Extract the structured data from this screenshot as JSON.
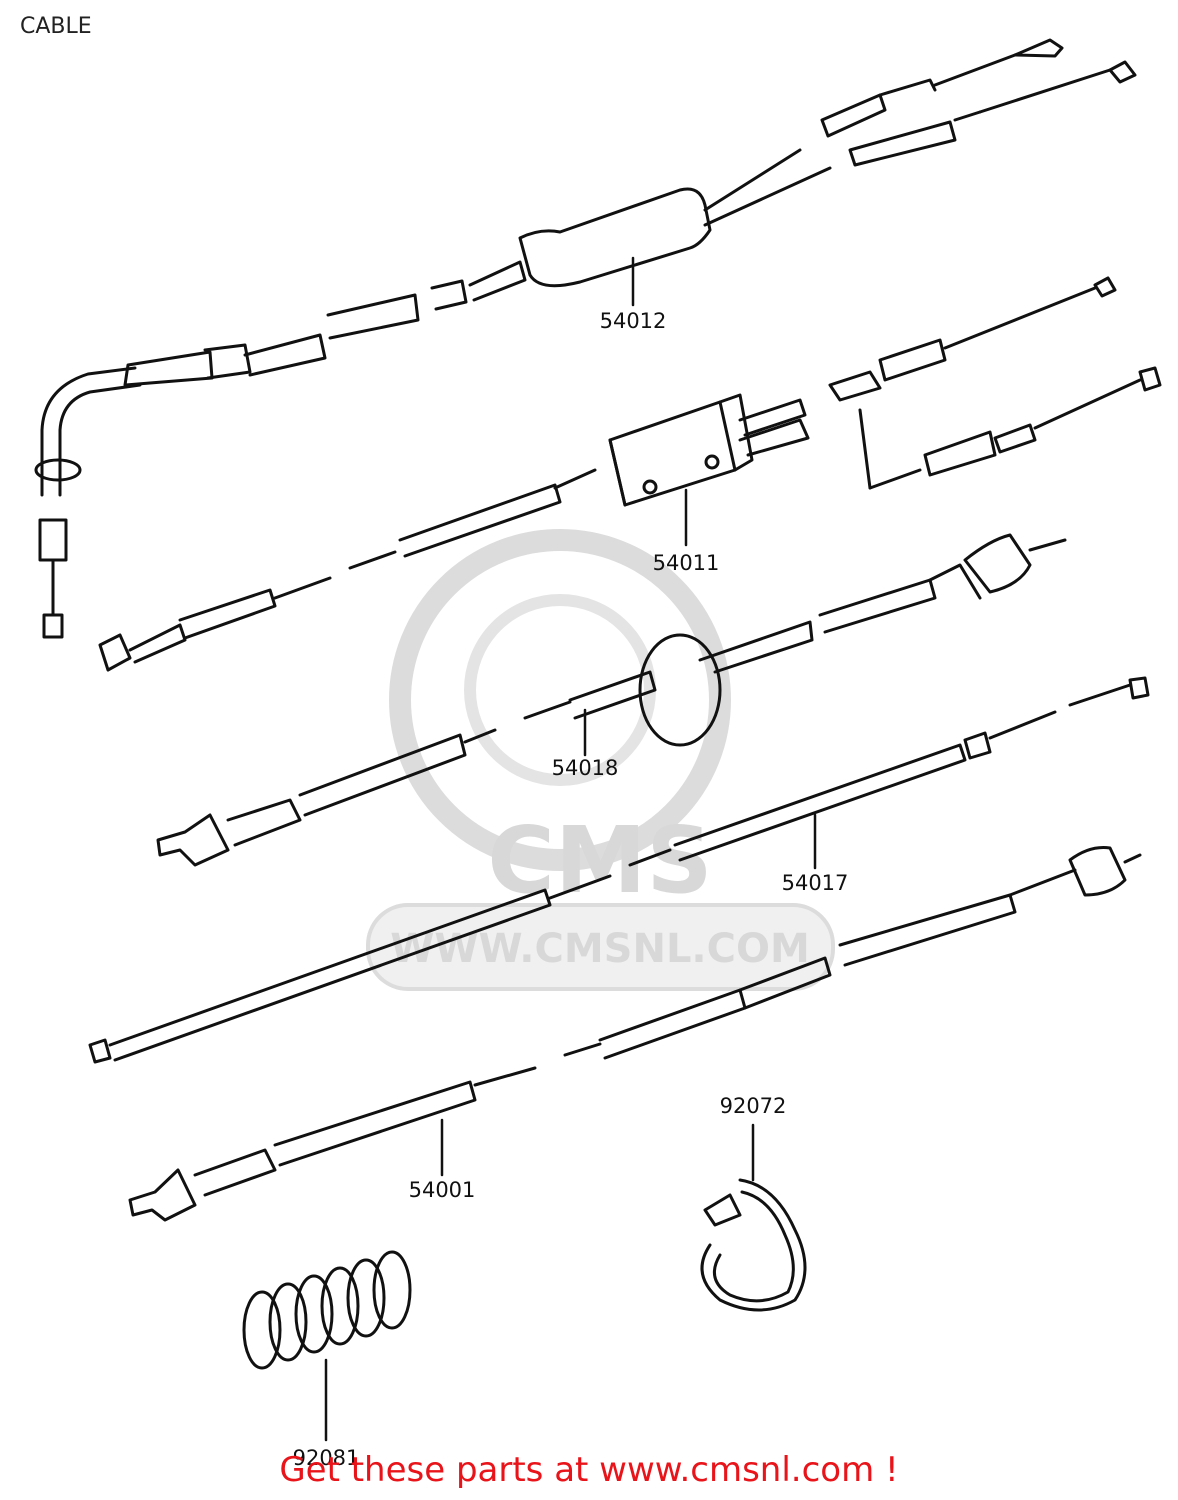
{
  "header": {
    "title": "CABLE"
  },
  "watermark": {
    "logo_text": "CMS",
    "url_text": "WWW.CMSNL.COM",
    "color": "#d8d8d8"
  },
  "parts": [
    {
      "id": "54012"
    },
    {
      "id": "54011"
    },
    {
      "id": "54018"
    },
    {
      "id": "54017"
    },
    {
      "id": "54001"
    },
    {
      "id": "92072"
    },
    {
      "id": "92081"
    }
  ],
  "footer": {
    "text": "Get these parts at www.cmsnl.com !",
    "color": "#e8141a"
  }
}
